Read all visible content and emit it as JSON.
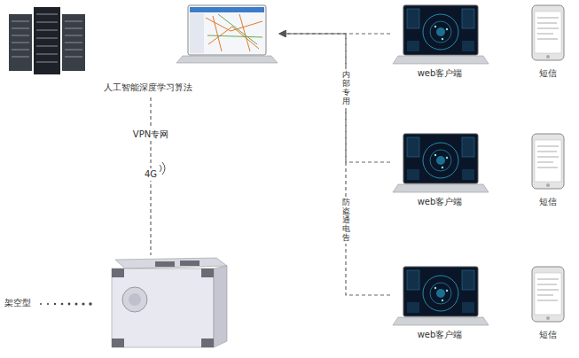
{
  "diagram": {
    "nodes": [
      {
        "text": [
          "人工智能深度学习算法"
        ]
      },
      {
        "text": [
          "架空型"
        ]
      },
      {
        "text": [
          "web客户端"
        ]
      },
      {
        "text": [
          "短信"
        ]
      },
      {
        "text": [
          "web客户端"
        ]
      },
      {
        "text": [
          "短信"
        ]
      },
      {
        "text": [
          "web客户端"
        ]
      },
      {
        "text": [
          "短信"
        ]
      }
    ],
    "edges": [
      {
        "from": 0,
        "to": 1,
        "arrow": "none",
        "label": "VPN专网"
      },
      {
        "from": 2,
        "to": 0,
        "arrow": "to"
      },
      {
        "from": 4,
        "to": 0,
        "arrow": "to"
      },
      {
        "from": 6,
        "to": 0,
        "arrow": "to"
      }
    ],
    "labels": [
      "4G",
      "内部专用",
      "防盗通电告"
    ]
  }
}
